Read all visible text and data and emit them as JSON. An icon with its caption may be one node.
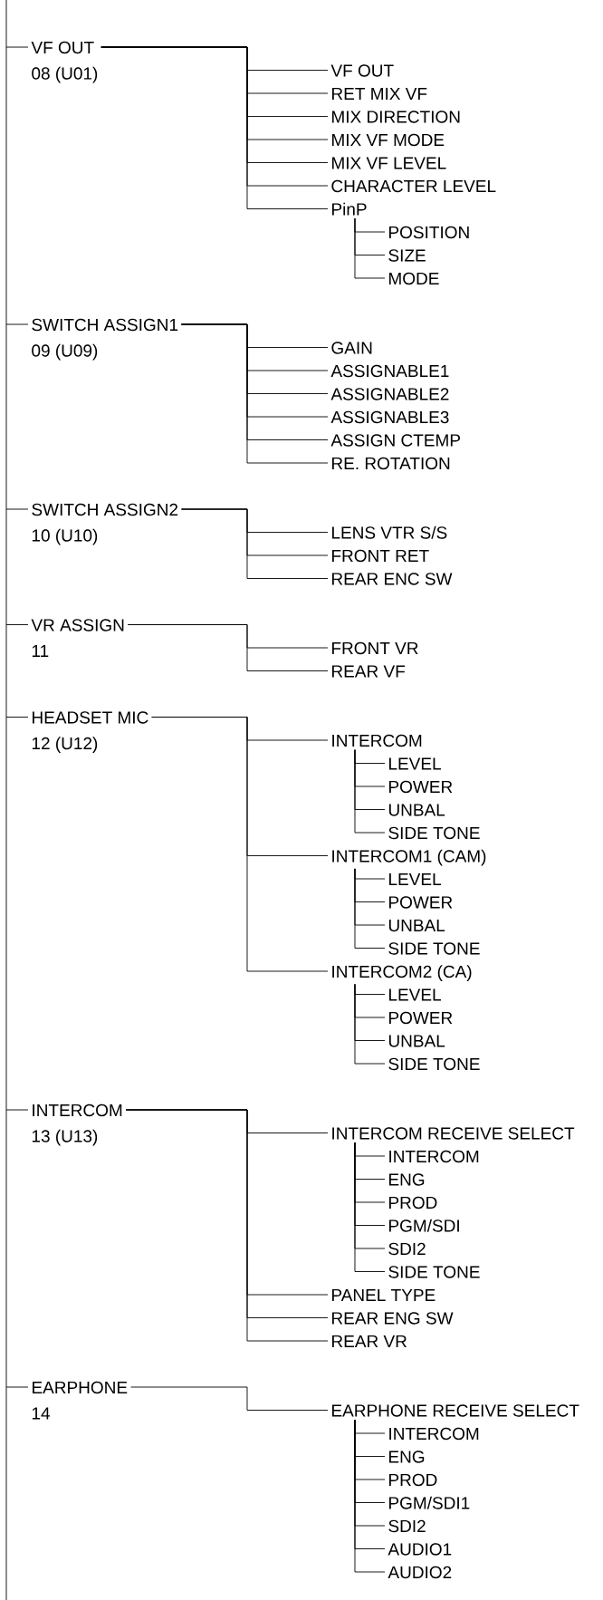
{
  "diagram": {
    "nodes": [
      {
        "text": [
          "VF OUT",
          "08 (U01)"
        ]
      },
      {
        "text": [
          "VF OUT"
        ]
      },
      {
        "text": [
          "RET MIX VF"
        ]
      },
      {
        "text": [
          "MIX DIRECTION"
        ]
      },
      {
        "text": [
          "MIX VF MODE"
        ]
      },
      {
        "text": [
          "MIX VF LEVEL"
        ]
      },
      {
        "text": [
          "CHARACTER LEVEL"
        ]
      },
      {
        "text": [
          "PinP"
        ]
      },
      {
        "text": [
          "POSITION"
        ]
      },
      {
        "text": [
          "SIZE"
        ]
      },
      {
        "text": [
          "MODE"
        ]
      },
      {
        "text": [
          "SWITCH ASSIGN1",
          "09 (U09)"
        ]
      },
      {
        "text": [
          "GAIN"
        ]
      },
      {
        "text": [
          "ASSIGNABLE1"
        ]
      },
      {
        "text": [
          "ASSIGNABLE2"
        ]
      },
      {
        "text": [
          "ASSIGNABLE3"
        ]
      },
      {
        "text": [
          "ASSIGN CTEMP"
        ]
      },
      {
        "text": [
          "RE. ROTATION"
        ]
      },
      {
        "text": [
          "SWITCH ASSIGN2",
          "10 (U10)"
        ]
      },
      {
        "text": [
          "LENS VTR S/S"
        ]
      },
      {
        "text": [
          "FRONT RET"
        ]
      },
      {
        "text": [
          "REAR ENC SW"
        ]
      },
      {
        "text": [
          "VR ASSIGN",
          "11"
        ]
      },
      {
        "text": [
          "FRONT VR"
        ]
      },
      {
        "text": [
          "REAR VF"
        ]
      },
      {
        "text": [
          "HEADSET MIC",
          "12 (U12)"
        ]
      },
      {
        "text": [
          "INTERCOM"
        ]
      },
      {
        "text": [
          "LEVEL"
        ]
      },
      {
        "text": [
          "POWER"
        ]
      },
      {
        "text": [
          "UNBAL"
        ]
      },
      {
        "text": [
          "SIDE TONE"
        ]
      },
      {
        "text": [
          "INTERCOM1 (CAM)"
        ]
      },
      {
        "text": [
          "LEVEL"
        ]
      },
      {
        "text": [
          "POWER"
        ]
      },
      {
        "text": [
          "UNBAL"
        ]
      },
      {
        "text": [
          "SIDE TONE"
        ]
      },
      {
        "text": [
          "INTERCOM2 (CA)"
        ]
      },
      {
        "text": [
          "LEVEL"
        ]
      },
      {
        "text": [
          "POWER"
        ]
      },
      {
        "text": [
          "UNBAL"
        ]
      },
      {
        "text": [
          "SIDE TONE"
        ]
      },
      {
        "text": [
          "INTERCOM",
          "13 (U13)"
        ]
      },
      {
        "text": [
          "INTERCOM RECEIVE SELECT"
        ]
      },
      {
        "text": [
          "INTERCOM"
        ]
      },
      {
        "text": [
          "ENG"
        ]
      },
      {
        "text": [
          "PROD"
        ]
      },
      {
        "text": [
          "PGM/SDI"
        ]
      },
      {
        "text": [
          "SDI2"
        ]
      },
      {
        "text": [
          "SIDE TONE"
        ]
      },
      {
        "text": [
          "PANEL TYPE"
        ]
      },
      {
        "text": [
          "REAR ENG SW"
        ]
      },
      {
        "text": [
          "REAR VR"
        ]
      },
      {
        "text": [
          "EARPHONE",
          "14"
        ]
      },
      {
        "text": [
          "EARPHONE RECEIVE SELECT"
        ]
      },
      {
        "text": [
          "INTERCOM"
        ]
      },
      {
        "text": [
          "ENG"
        ]
      },
      {
        "text": [
          "PROD"
        ]
      },
      {
        "text": [
          "PGM/SDI1"
        ]
      },
      {
        "text": [
          "SDI2"
        ]
      },
      {
        "text": [
          "AUDIO1"
        ]
      },
      {
        "text": [
          "AUDIO2"
        ]
      }
    ],
    "edges": [
      {
        "from": null,
        "to": 0,
        "arrow": "none"
      },
      {
        "from": 0,
        "to": 1,
        "arrow": "none"
      },
      {
        "from": 0,
        "to": 2,
        "arrow": "none"
      },
      {
        "from": 0,
        "to": 3,
        "arrow": "none"
      },
      {
        "from": 0,
        "to": 4,
        "arrow": "none"
      },
      {
        "from": 0,
        "to": 5,
        "arrow": "none"
      },
      {
        "from": 0,
        "to": 6,
        "arrow": "none"
      },
      {
        "from": 0,
        "to": 7,
        "arrow": "none"
      },
      {
        "from": 7,
        "to": 8,
        "arrow": "none"
      },
      {
        "from": 7,
        "to": 9,
        "arrow": "none"
      },
      {
        "from": 7,
        "to": 10,
        "arrow": "none"
      },
      {
        "from": null,
        "to": 11,
        "arrow": "none"
      },
      {
        "from": 11,
        "to": 12,
        "arrow": "none"
      },
      {
        "from": 11,
        "to": 13,
        "arrow": "none"
      },
      {
        "from": 11,
        "to": 14,
        "arrow": "none"
      },
      {
        "from": 11,
        "to": 15,
        "arrow": "none"
      },
      {
        "from": 11,
        "to": 16,
        "arrow": "none"
      },
      {
        "from": 11,
        "to": 17,
        "arrow": "none"
      },
      {
        "from": null,
        "to": 18,
        "arrow": "none"
      },
      {
        "from": 18,
        "to": 19,
        "arrow": "none"
      },
      {
        "from": 18,
        "to": 20,
        "arrow": "none"
      },
      {
        "from": 18,
        "to": 21,
        "arrow": "none"
      },
      {
        "from": null,
        "to": 22,
        "arrow": "none"
      },
      {
        "from": 22,
        "to": 23,
        "arrow": "none"
      },
      {
        "from": 22,
        "to": 24,
        "arrow": "none"
      },
      {
        "from": null,
        "to": 25,
        "arrow": "none"
      },
      {
        "from": 25,
        "to": 26,
        "arrow": "none"
      },
      {
        "from": 26,
        "to": 27,
        "arrow": "none"
      },
      {
        "from": 26,
        "to": 28,
        "arrow": "none"
      },
      {
        "from": 26,
        "to": 29,
        "arrow": "none"
      },
      {
        "from": 26,
        "to": 30,
        "arrow": "none"
      },
      {
        "from": 25,
        "to": 31,
        "arrow": "none"
      },
      {
        "from": 31,
        "to": 32,
        "arrow": "none"
      },
      {
        "from": 31,
        "to": 33,
        "arrow": "none"
      },
      {
        "from": 31,
        "to": 34,
        "arrow": "none"
      },
      {
        "from": 31,
        "to": 35,
        "arrow": "none"
      },
      {
        "from": 25,
        "to": 36,
        "arrow": "none"
      },
      {
        "from": 36,
        "to": 37,
        "arrow": "none"
      },
      {
        "from": 36,
        "to": 38,
        "arrow": "none"
      },
      {
        "from": 36,
        "to": 39,
        "arrow": "none"
      },
      {
        "from": 36,
        "to": 40,
        "arrow": "none"
      },
      {
        "from": null,
        "to": 41,
        "arrow": "none"
      },
      {
        "from": 41,
        "to": 42,
        "arrow": "none"
      },
      {
        "from": 42,
        "to": 43,
        "arrow": "none"
      },
      {
        "from": 42,
        "to": 44,
        "arrow": "none"
      },
      {
        "from": 42,
        "to": 45,
        "arrow": "none"
      },
      {
        "from": 42,
        "to": 46,
        "arrow": "none"
      },
      {
        "from": 42,
        "to": 47,
        "arrow": "none"
      },
      {
        "from": 42,
        "to": 48,
        "arrow": "none"
      },
      {
        "from": 41,
        "to": 49,
        "arrow": "none"
      },
      {
        "from": 41,
        "to": 50,
        "arrow": "none"
      },
      {
        "from": 41,
        "to": 51,
        "arrow": "none"
      },
      {
        "from": null,
        "to": 52,
        "arrow": "none"
      },
      {
        "from": 52,
        "to": 53,
        "arrow": "none"
      },
      {
        "from": 53,
        "to": 54,
        "arrow": "none"
      },
      {
        "from": 53,
        "to": 55,
        "arrow": "none"
      },
      {
        "from": 53,
        "to": 56,
        "arrow": "none"
      },
      {
        "from": 53,
        "to": 57,
        "arrow": "none"
      },
      {
        "from": 53,
        "to": 58,
        "arrow": "none"
      },
      {
        "from": 53,
        "to": 59,
        "arrow": "none"
      },
      {
        "from": 53,
        "to": 60,
        "arrow": "none"
      }
    ]
  }
}
